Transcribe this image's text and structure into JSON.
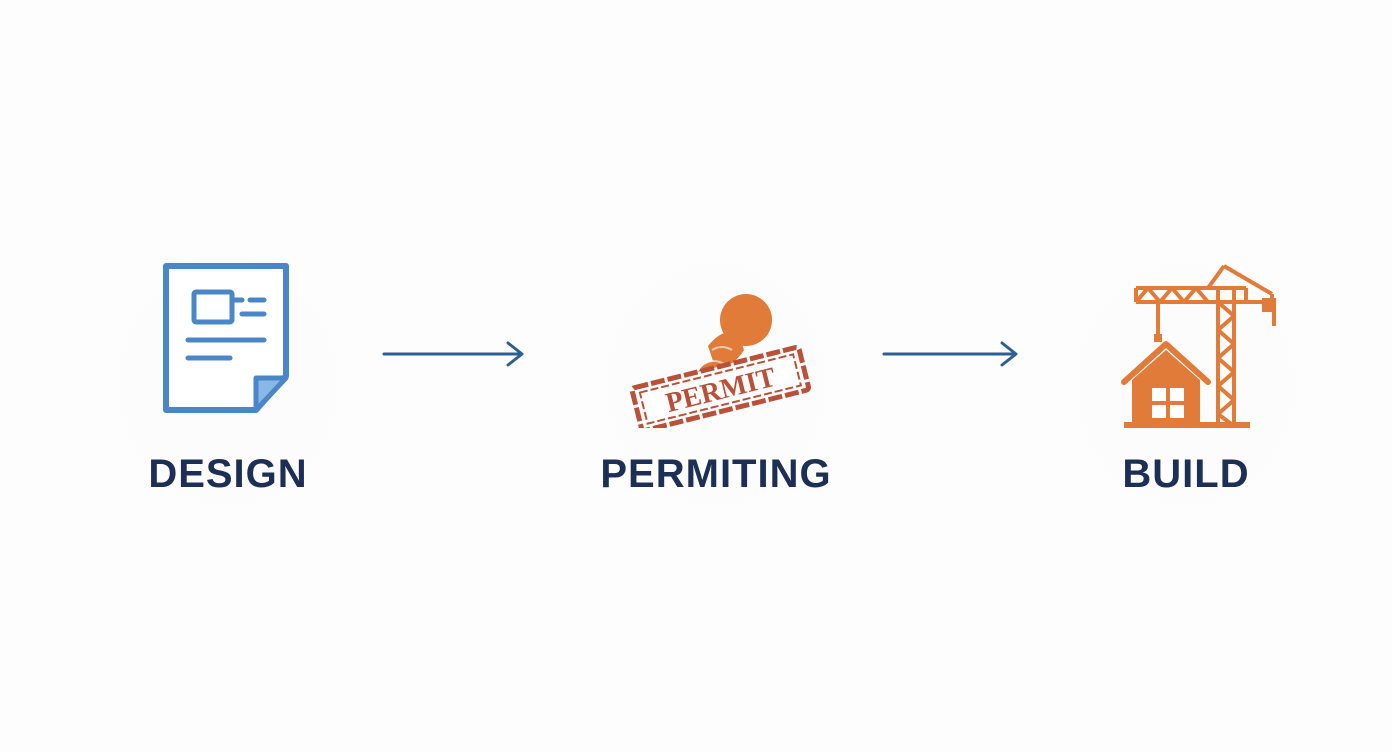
{
  "steps": [
    {
      "label": "DESIGN",
      "icon": "document-icon",
      "color": "#4a86c8"
    },
    {
      "label": "PERMITING",
      "icon": "permit-stamp-icon",
      "color": "#e07b39",
      "stamp_text": "PERMIT"
    },
    {
      "label": "BUILD",
      "icon": "crane-house-icon",
      "color": "#e07b39"
    }
  ],
  "colors": {
    "label": "#1d2f55",
    "arrow": "#2e5f94",
    "design_icon": "#4a86c8",
    "orange": "#e07b39",
    "stamp_red": "#b9503a"
  }
}
